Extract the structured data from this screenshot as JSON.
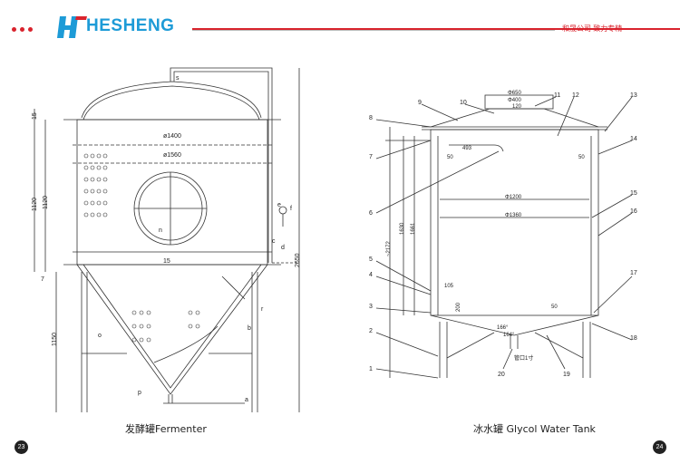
{
  "header": {
    "brand": "HESHENG",
    "slogan": "和晟公司  致力专精",
    "brand_color": "#1d9bd7",
    "accent_color": "#d9232d"
  },
  "left_drawing": {
    "caption": "发酵罐Fermenter",
    "page_number": "23",
    "dims": {
      "d1400": "ø1400",
      "d1560": "ø1560",
      "h15a": "15",
      "h1120a": "1120",
      "h1120b": "1120",
      "h7": "7",
      "h1150": "1150",
      "h2650": "2650",
      "h15b": "15"
    },
    "labels": {
      "s": "s",
      "n": "n",
      "o": "o",
      "p": "p",
      "r": "r",
      "b": "b",
      "c": "c",
      "d": "d",
      "e": "e",
      "f": "f",
      "a": "a"
    }
  },
  "right_drawing": {
    "caption": "冰水罐 Glycol Water Tank",
    "page_number": "24",
    "dims": {
      "d650": "Φ650",
      "d400": "Φ400",
      "w120": "120",
      "d1200": "Φ1200",
      "d1360": "Φ1360",
      "w493": "493",
      "h1630": "1630",
      "h1661": "1661",
      "h2172": "~2172",
      "w105": "105",
      "h200": "200",
      "h50a": "50",
      "h50b": "50",
      "h50c": "50",
      "angle1": "166°",
      "angle2": "164°",
      "pipe": "管口1寸"
    },
    "callouts": [
      "1",
      "2",
      "3",
      "4",
      "5",
      "6",
      "7",
      "8",
      "9",
      "10",
      "11",
      "12",
      "13",
      "14",
      "15",
      "16",
      "17",
      "18",
      "19",
      "20"
    ]
  }
}
